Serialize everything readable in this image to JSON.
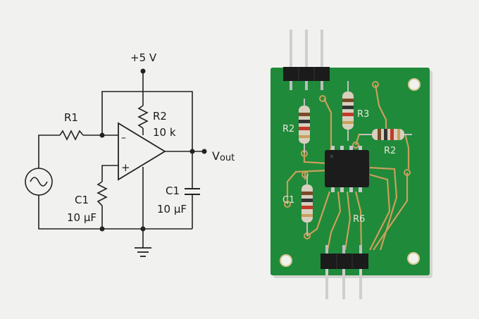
{
  "schematic": {
    "supply_label": "+5 V",
    "r1_label": "R1",
    "r2_label": "R2",
    "r2_value": "10 k",
    "c1_left_label": "C1",
    "c1_left_value": "10 µF",
    "c1_right_label": "C1",
    "c1_right_value": "10 µF",
    "vout_main": "V",
    "vout_sub": "out",
    "opamp_minus": "–",
    "opamp_plus": "+"
  },
  "pcb": {
    "labels": {
      "r2_left": "R2",
      "r3": "R3",
      "r2_right": "R2",
      "c1": "C1",
      "r6": "R6"
    },
    "colors": {
      "board": "#1f8a3a",
      "trace": "#c9a05a",
      "silkscreen": "#e8e6d8",
      "chip": "#1c1c1c",
      "resistor_body": "#d8cfbf"
    }
  }
}
